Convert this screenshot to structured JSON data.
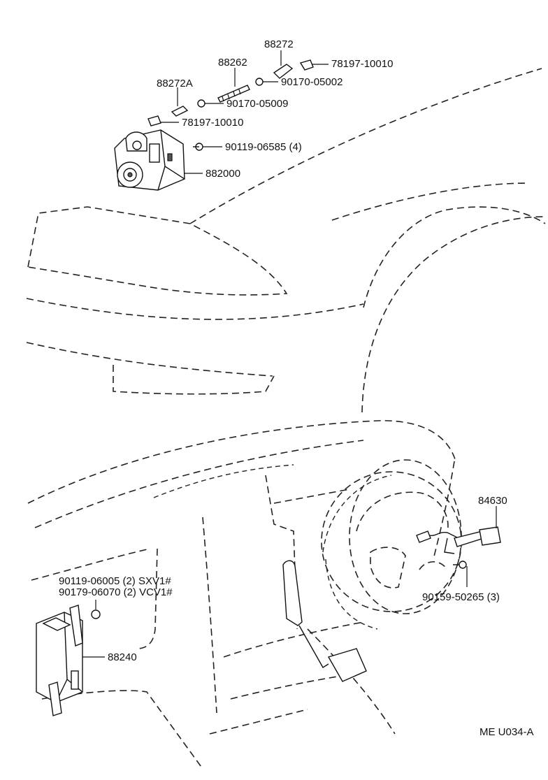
{
  "labels": {
    "p88272": "88272",
    "p78197_top": "78197-10010",
    "p88262": "88262",
    "p90170_05002": "90170-05002",
    "p88272A": "88272A",
    "p90170_05009": "90170-05009",
    "p78197_mid": "78197-10010",
    "p90119_06585": "90119-06585 (4)",
    "p882000": "882000",
    "p84630": "84630",
    "p90159_50265": "90159-50265 (3)",
    "p90119_06005": "90119-06005 (2) SXV1#",
    "p90179_06070": "90179-06070 (2) VCV1#",
    "p88240": "88240",
    "diagram_code": "ME U034-A"
  }
}
